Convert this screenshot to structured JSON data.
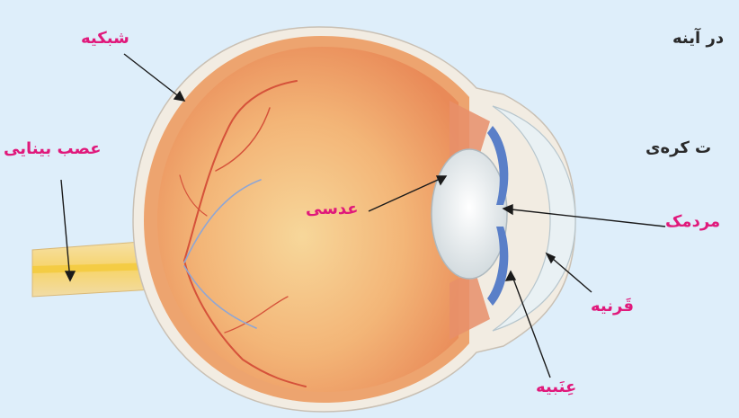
{
  "labels": {
    "retina": "شبکیه",
    "optic_nerve": "عصب بینایی",
    "lens": "عدسی",
    "pupil": "مردمک",
    "cornea": "قَرنیه",
    "iris": "عِنَبیه"
  },
  "side_text": {
    "line1": "در آینه",
    "line2": "ت کره‌ی"
  },
  "colors": {
    "label": "#e0197b",
    "body_text": "#2a2a2a",
    "background": "#deeefa",
    "iris": "#5a7fc8"
  }
}
